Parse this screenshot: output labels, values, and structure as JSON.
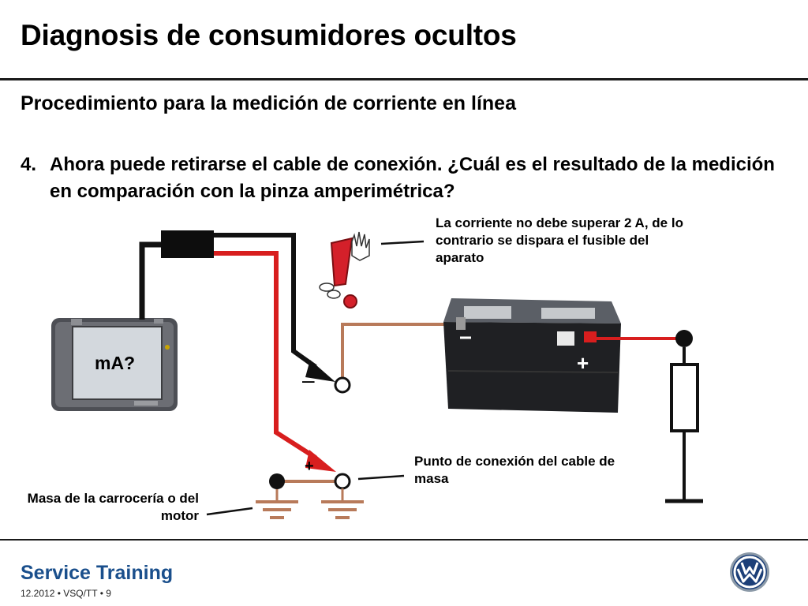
{
  "slide": {
    "title": "Diagnosis de consumidores ocultos",
    "subtitle": "Procedimiento para la medición de corriente en línea",
    "step_number": "4.",
    "step_text": "Ahora puede retirarse el cable de conexión. ¿Cuál es el resultado de la medición en comparación con la pinza amperimétrica?"
  },
  "diagram": {
    "meter_reading": "mA?",
    "minus_symbol": "–",
    "plus_symbol": "+",
    "battery_plus": "+",
    "note_current": "La corriente no debe superar 2 A, de lo contrario se dispara el fusible del aparato",
    "note_ground_point": "Punto de conexión del cable de masa",
    "note_body_ground": "Masa de la carrocería o del motor",
    "colors": {
      "positive_wire": "#d81e1e",
      "negative_wire": "#111111",
      "ground_wire": "#b87a5a",
      "warning_red": "#d4202a"
    },
    "icons": [
      "tester-device",
      "warning-exclamation-hand",
      "car-battery",
      "ground-symbol",
      "resistor-symbol",
      "vw-logo"
    ]
  },
  "footer": {
    "brand": "Service Training",
    "info": "12.2012  •  VSQ/TT  •   9"
  }
}
